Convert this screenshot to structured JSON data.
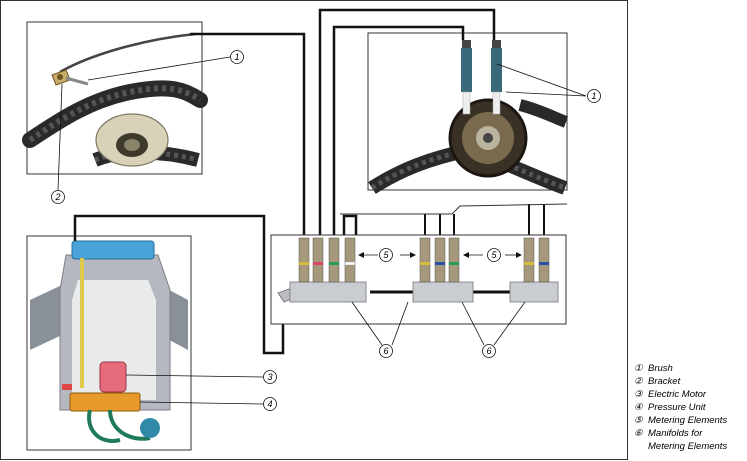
{
  "callouts": {
    "brush_a": "1",
    "brush_b": "1",
    "bracket": "2",
    "electric_motor": "3",
    "pressure_unit": "4",
    "metering_a": "5",
    "metering_b": "5",
    "manifolds_a": "6",
    "manifolds_b": "6"
  },
  "legend": [
    {
      "num": "①",
      "label": "Brush"
    },
    {
      "num": "②",
      "label": "Bracket"
    },
    {
      "num": "③",
      "label": "Electric Motor"
    },
    {
      "num": "④",
      "label": "Pressure Unit"
    },
    {
      "num": "⑤",
      "label": "Metering Elements"
    },
    {
      "num": "⑥",
      "label": "Manifolds for"
    }
  ],
  "legend_continuation": "Metering Elements",
  "colors": {
    "line": "#111111",
    "panel_border": "#333333",
    "metal": "#b9bcc0",
    "tank_cap": "#4aa3d8",
    "motor": "#e56a7a",
    "pump": "#e59a2a",
    "tube_green": "#1f7a5a",
    "brush_blue": "#3a6a7a"
  }
}
